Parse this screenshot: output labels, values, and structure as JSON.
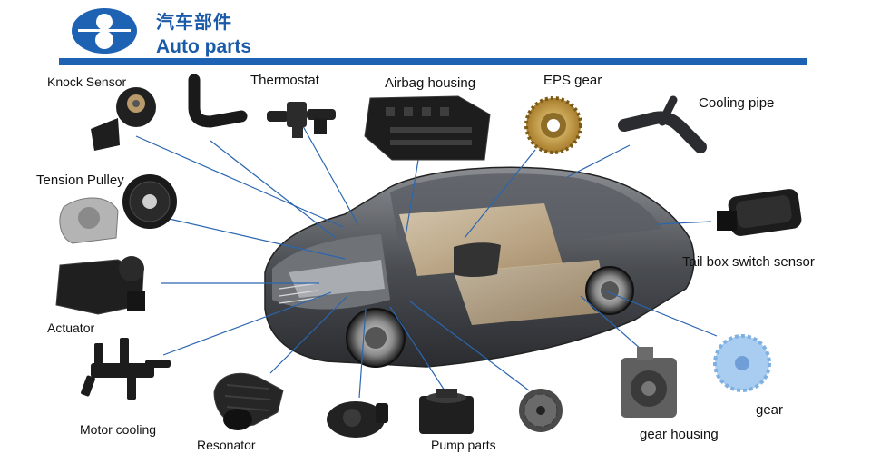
{
  "header": {
    "title_cn": "汽车部件",
    "title_en": "Auto parts"
  },
  "colors": {
    "brand_blue": "#1e63b3",
    "leader_line": "#2a66b0"
  },
  "parts": [
    {
      "id": "knock-sensor",
      "label": "Knock Sensor"
    },
    {
      "id": "thermostat",
      "label": "Thermostat"
    },
    {
      "id": "airbag-housing",
      "label": "Airbag housing"
    },
    {
      "id": "eps-gear",
      "label": "EPS gear"
    },
    {
      "id": "cooling-pipe",
      "label": "Cooling pipe"
    },
    {
      "id": "tension-pulley",
      "label": "Tension Pulley"
    },
    {
      "id": "tail-box-switch-sensor",
      "label": "Tail box switch sensor"
    },
    {
      "id": "actuator",
      "label": "Actuator"
    },
    {
      "id": "motor-cooling",
      "label": "Motor cooling"
    },
    {
      "id": "resonator",
      "label": "Resonator"
    },
    {
      "id": "pump-parts",
      "label": "Pump parts"
    },
    {
      "id": "gear-housing",
      "label": "gear housing"
    },
    {
      "id": "gear",
      "label": "gear"
    }
  ]
}
